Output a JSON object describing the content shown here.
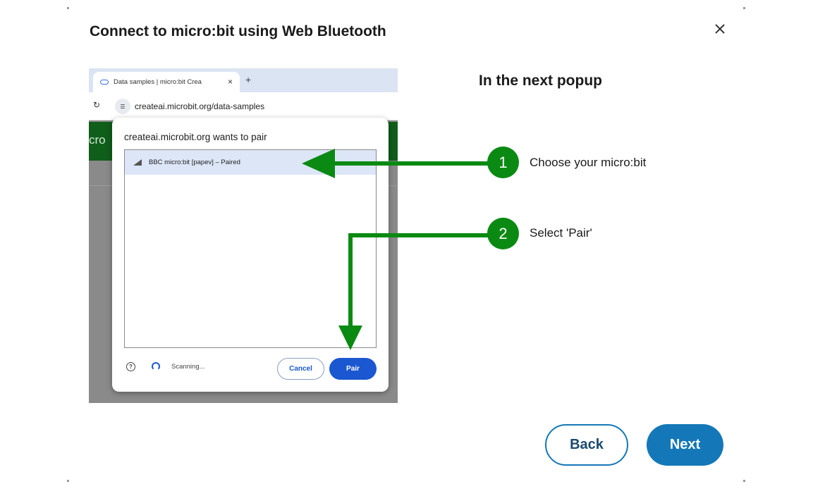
{
  "dialog": {
    "title": "Connect to micro:bit using Web Bluetooth",
    "close_icon": "close-icon"
  },
  "illustration": {
    "tab_title": "Data samples | micro:bit Crea",
    "tab_close": "×",
    "new_tab": "+",
    "reload_icon": "reload-icon",
    "url": "createai.microbit.org/data-samples",
    "page_text": "cro",
    "popup": {
      "title": "createai.microbit.org wants to pair",
      "device": "BBC micro:bit [papev] – Paired",
      "help_icon": "?",
      "status": "Scanning...",
      "cancel_label": "Cancel",
      "pair_label": "Pair"
    }
  },
  "instructions": {
    "heading": "In the next popup",
    "steps": [
      {
        "number": "1",
        "text": "Choose your micro:bit"
      },
      {
        "number": "2",
        "text": "Select 'Pair'"
      }
    ]
  },
  "footer": {
    "back_label": "Back",
    "next_label": "Next"
  },
  "colors": {
    "accent": "#1478b8",
    "step_green": "#0a8a12",
    "chrome_blue": "#1a57d0"
  }
}
